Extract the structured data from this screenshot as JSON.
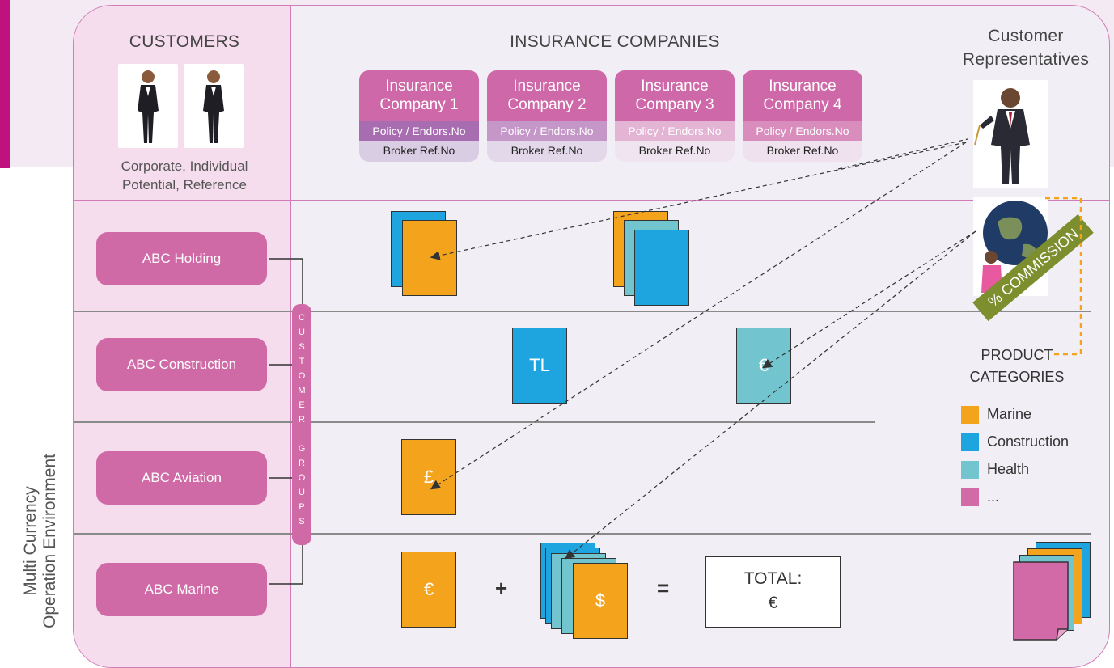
{
  "customers_header": "CUSTOMERS",
  "customers_sub": [
    "Corporate, Individual",
    "Potential, Reference"
  ],
  "insurance_header": "INSURANCE COMPANIES",
  "reps_header": [
    "Customer",
    "Representatives"
  ],
  "companies": [
    {
      "line1": "Insurance",
      "line2": "Company 1",
      "policy": "Policy / Endors.No",
      "broker": "Broker Ref.No"
    },
    {
      "line1": "Insurance",
      "line2": "Company 2",
      "policy": "Policy / Endors.No",
      "broker": "Broker Ref.No"
    },
    {
      "line1": "Insurance",
      "line2": "Company 3",
      "policy": "Policy / Endors.No",
      "broker": "Broker Ref.No"
    },
    {
      "line1": "Insurance",
      "line2": "Company 4",
      "policy": "Policy / Endors.No",
      "broker": "Broker Ref.No"
    }
  ],
  "customer_rows": [
    "ABC Holding",
    "ABC Construction",
    "ABC Aviation",
    "ABC Marine"
  ],
  "group_letters": [
    "C",
    "U",
    "S",
    "T",
    "O",
    "M",
    "E",
    "R",
    "",
    "G",
    "R",
    "O",
    "U",
    "P",
    "S"
  ],
  "docs": {
    "tl": "TL",
    "euro1": "€",
    "pound": "£",
    "euro2": "€",
    "dollar": "$"
  },
  "plus": "+",
  "equals": "=",
  "total_label": "TOTAL:",
  "total_currency": "€",
  "commission": "% COMMISSION",
  "product_header": [
    "PRODUCT",
    "CATEGORIES"
  ],
  "legend": [
    {
      "label": "Marine",
      "color": "#f4a31d"
    },
    {
      "label": "Construction",
      "color": "#1ea5e0"
    },
    {
      "label": "Health",
      "color": "#72c5cf"
    },
    {
      "label": "...",
      "color": "#d26aa8"
    }
  ],
  "side_label": [
    "Multi Currency",
    "Operation Environment"
  ]
}
